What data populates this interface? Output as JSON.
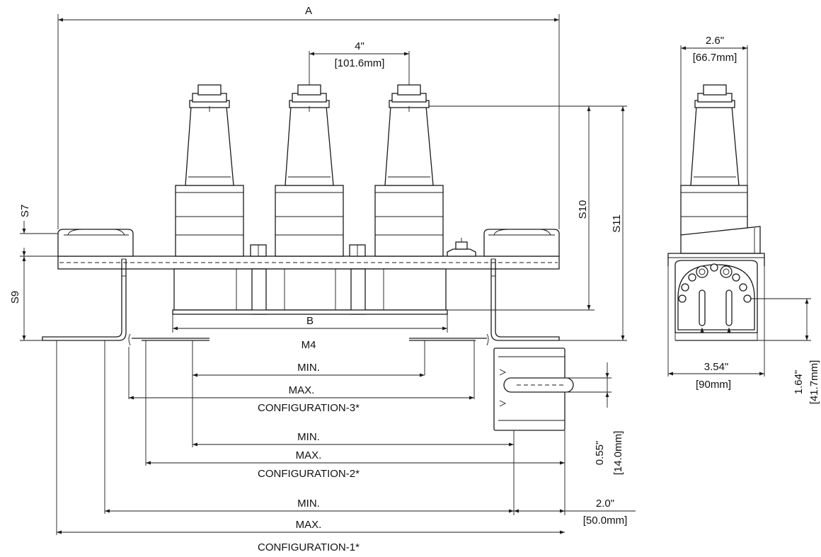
{
  "labels": {
    "dim_a": "A",
    "dim_b": "B",
    "dim_m4": "M4",
    "dim_s7": "S7",
    "dim_s9": "S9",
    "dim_s10": "S10",
    "dim_s11": "S11",
    "spacing_in": "4\"",
    "spacing_mm": "[101.6mm]",
    "side_width_in": "2.6\"",
    "side_width_mm": "[66.7mm]",
    "side_base_in": "3.54\"",
    "side_base_mm": "[90mm]",
    "side_hole_in": "1.64\"",
    "side_hole_mm": "[41.7mm]",
    "slot_in": "0.55\"",
    "slot_mm": "[14.0mm]",
    "offset_in": "2.0\"",
    "offset_mm": "[50.0mm]"
  },
  "configurations": [
    {
      "min": "MIN.",
      "max": "MAX.",
      "name": "CONFIGURATION-3*"
    },
    {
      "min": "MIN.",
      "max": "MAX.",
      "name": "CONFIGURATION-2*"
    },
    {
      "min": "MIN.",
      "max": "MAX.",
      "name": "CONFIGURATION-1*"
    }
  ]
}
